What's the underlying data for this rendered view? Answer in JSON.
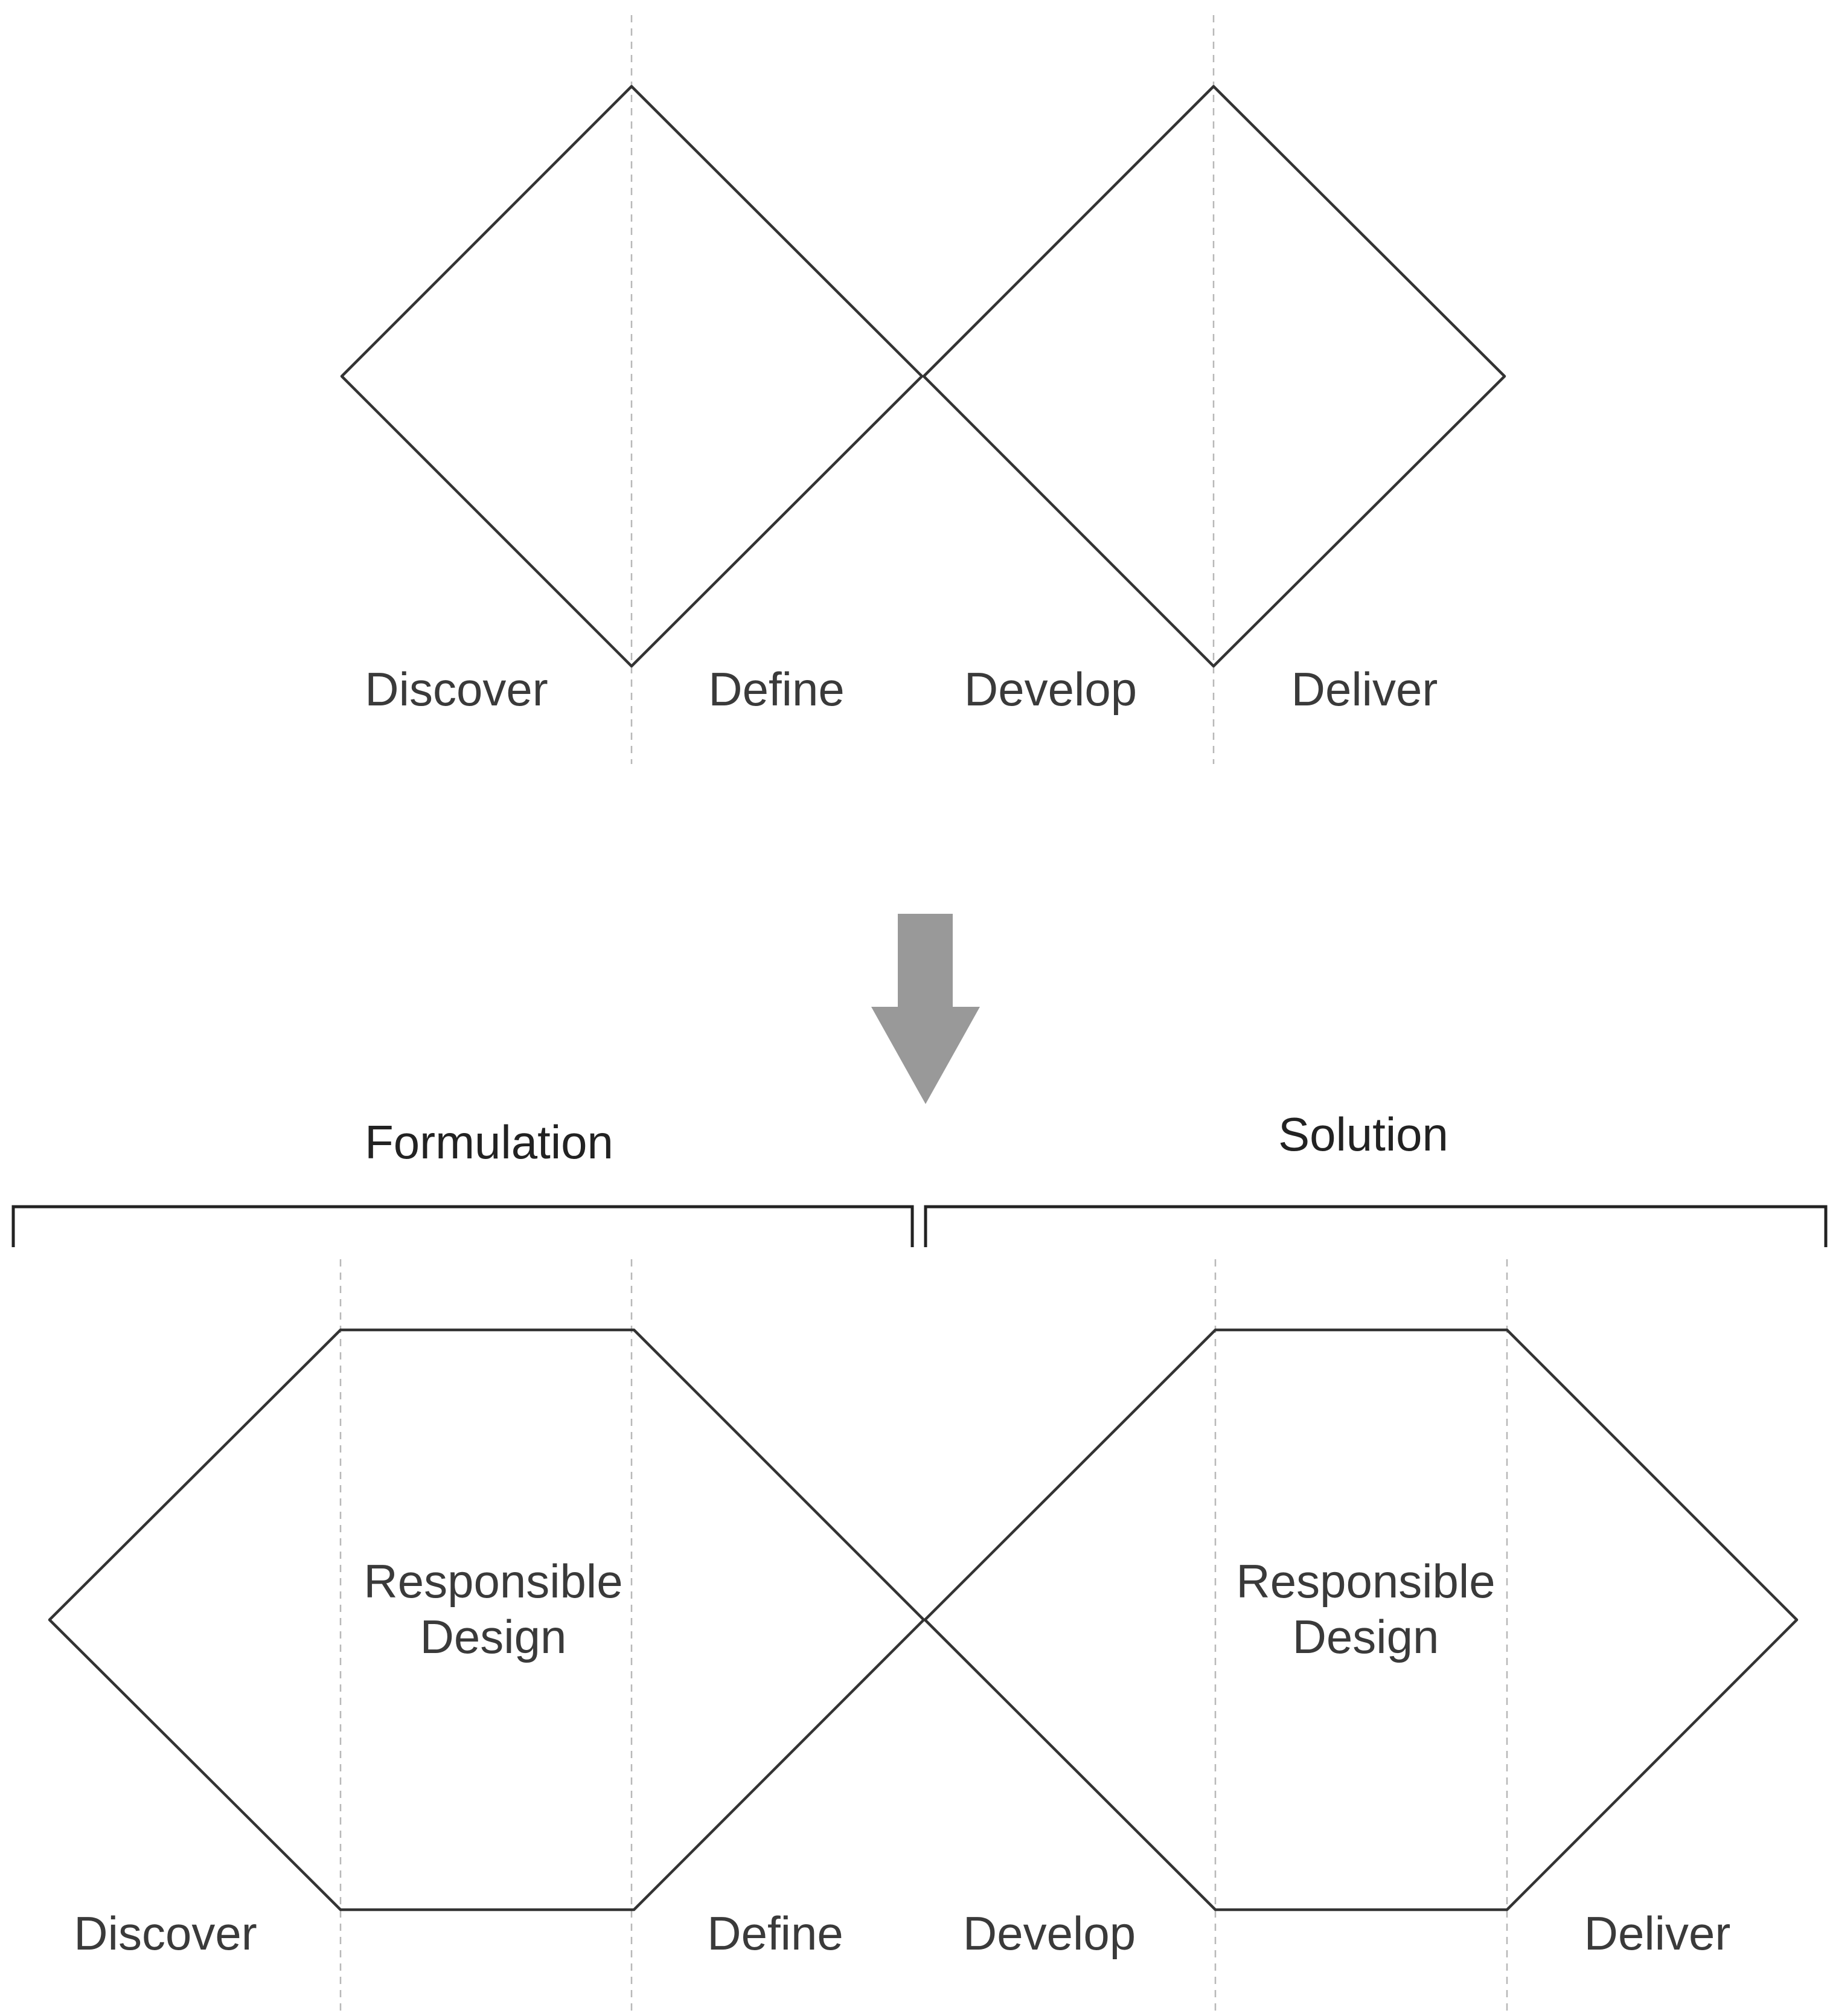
{
  "top_diagram": {
    "phases": [
      "Discover",
      "Define",
      "Develop",
      "Deliver"
    ]
  },
  "bottom_diagram": {
    "groups": [
      {
        "heading": "Formulation",
        "center_label": [
          "Responsible",
          "Design"
        ]
      },
      {
        "heading": "Solution",
        "center_label": [
          "Responsible",
          "Design"
        ]
      }
    ],
    "phases": [
      "Discover",
      "Define",
      "Develop",
      "Deliver"
    ]
  },
  "colors": {
    "shape_stroke": "#333333",
    "guide_line": "#b8b8b8",
    "arrow": "#999999",
    "text": "#3a3a3a"
  }
}
